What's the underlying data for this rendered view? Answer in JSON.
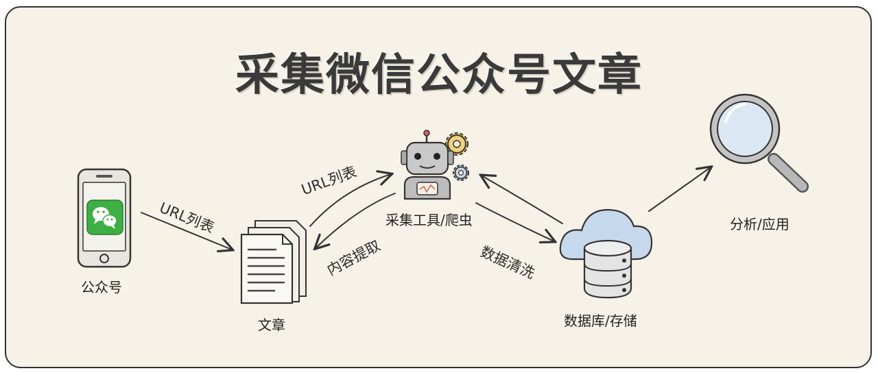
{
  "title": "采集微信公众号文章",
  "nodes": {
    "account": "公众号",
    "article": "文章",
    "crawler": "采集工具/爬虫",
    "database": "数据库/存储",
    "analysis": "分析/应用"
  },
  "edges": {
    "account_to_article": "URL列表",
    "article_to_crawler": "URL列表",
    "crawler_to_article": "内容提取",
    "crawler_to_database": "数据清洗"
  },
  "colors": {
    "background": "#f6f2e7",
    "ink": "#333333",
    "wechat_green": "#3cb043",
    "cloud_blue": "#c6d9ec",
    "gear_yellow": "#f0d27a",
    "lens_blue": "#dbe8f4"
  }
}
